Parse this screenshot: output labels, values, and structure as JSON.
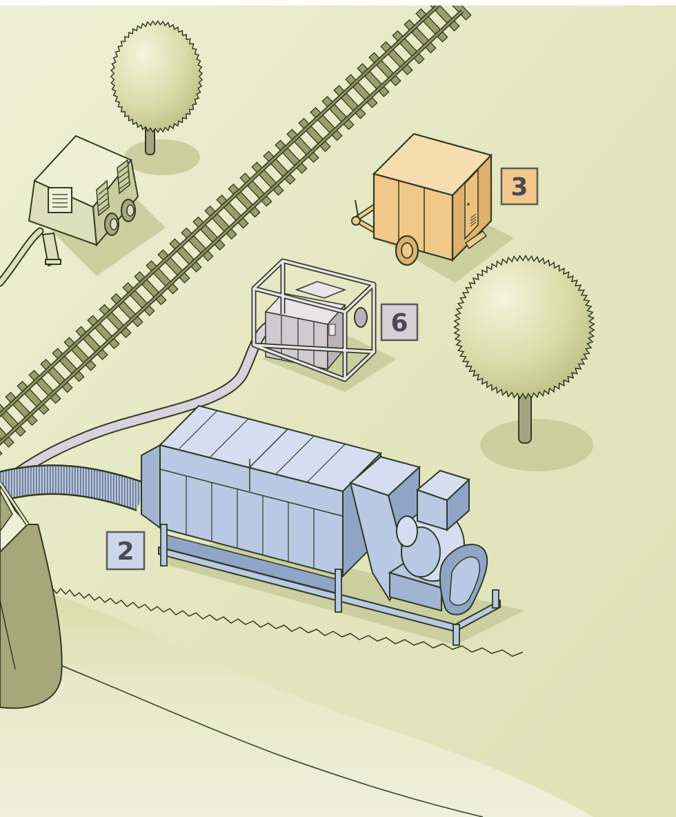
{
  "labels": [
    {
      "id": "dryer",
      "text": "2",
      "fill": "#cdd6e8"
    },
    {
      "id": "trailer",
      "text": "3",
      "fill": "#f2c98a"
    },
    {
      "id": "generator",
      "text": "6",
      "fill": "#d4d0d4"
    }
  ],
  "colors": {
    "ground": "#e3e6bf",
    "ground_light": "#edefd3",
    "outline": "#2e3a22",
    "shadow": "#cbcf9f",
    "rail": "#8f9262",
    "tree": "#d7d9a3",
    "trunk": "#a5a580",
    "dryer_light": "#d4def0",
    "dryer_mid": "#b9c9e3",
    "dryer_dark": "#8fa4c6",
    "trailer_top": "#f6ddb0",
    "trailer_front": "#f0c98a",
    "trailer_side": "#e0b06e",
    "generator_top": "#e8e4e8",
    "generator_front": "#cfc9d0",
    "compressor": "#dcdfbb",
    "hopper": "#a7a77c"
  }
}
